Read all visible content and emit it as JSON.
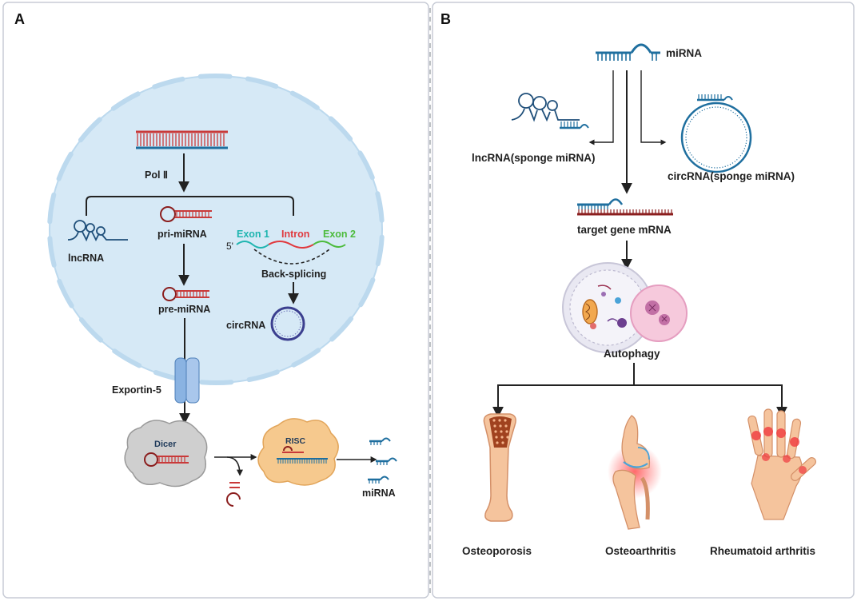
{
  "panels": {
    "a": "A",
    "b": "B"
  },
  "left": {
    "pol": "Pol Ⅱ",
    "lncrna": "lncRNA",
    "pri_mirna": "pri-miRNA",
    "pre_mirna": "pre-miRNA",
    "exon1": "Exon 1",
    "intron": "Intron",
    "exon2": "Exon 2",
    "five_prime": "5'",
    "back_splicing": "Back-splicing",
    "circrna": "circRNA",
    "exportin": "Exportin-5",
    "dicer": "Dicer",
    "risc": "RISC",
    "mirna": "miRNA"
  },
  "right": {
    "mirna": "miRNA",
    "lnc_sponge": "lncRNA(sponge miRNA)",
    "circ_sponge": "circRNA(sponge miRNA)",
    "target": "target gene mRNA",
    "autophagy": "Autophagy",
    "osteoporosis": "Osteoporosis",
    "osteoarthritis": "Osteoarthritis",
    "ra": "Rheumatoid arthritis"
  },
  "colors": {
    "nucleus": "#d6e9f6",
    "rna_red": "#c93a3a",
    "rna_blue": "#1f6f9f",
    "exon1": "#1fb5b0",
    "intron": "#e0393e",
    "exon2": "#4cbb3c"
  }
}
